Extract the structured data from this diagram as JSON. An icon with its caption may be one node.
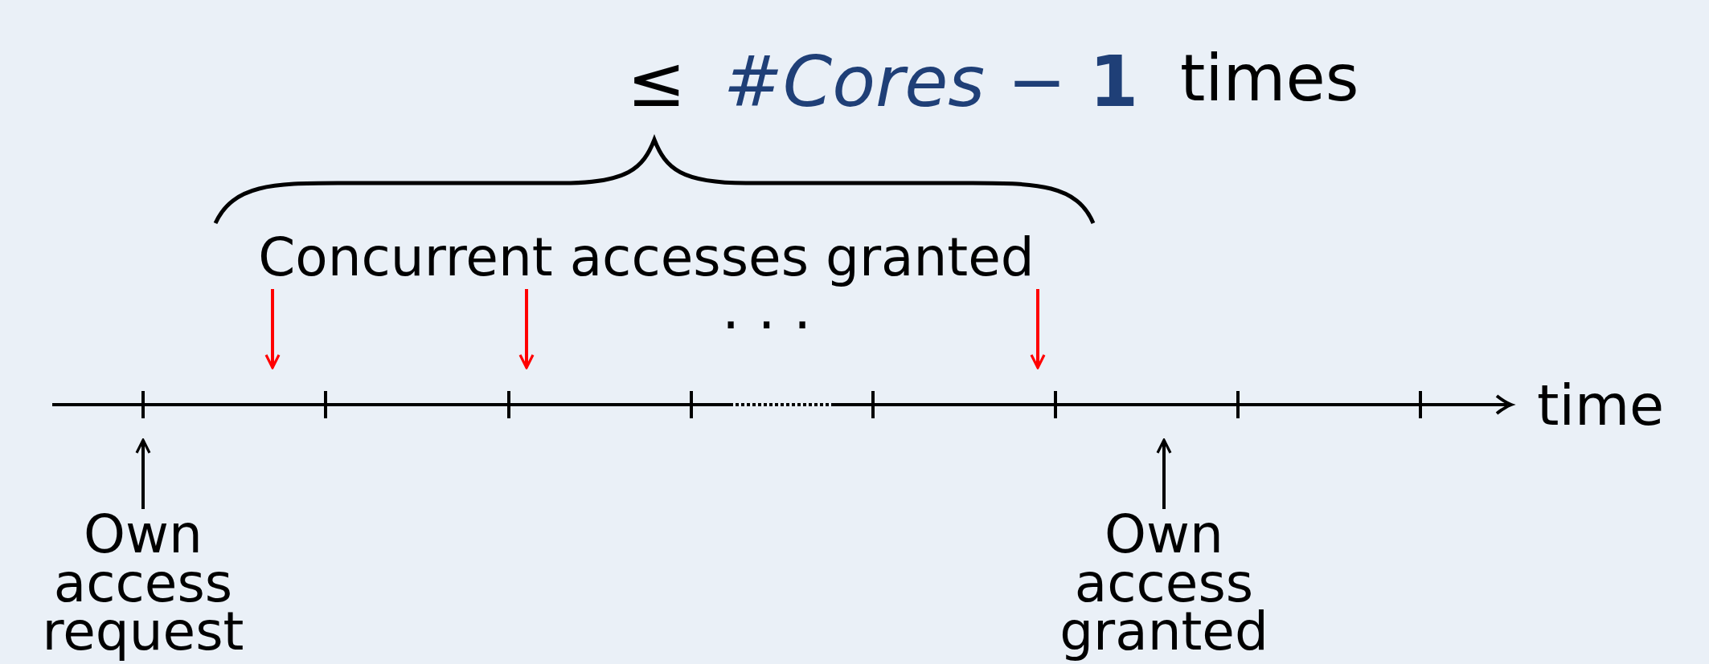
{
  "diagram": {
    "nodes": [
      {
        "text": [
          "Own access request"
        ]
      },
      {
        "text": [
          "Own access granted"
        ]
      },
      {
        "text": [
          "Concurrent accesses granted"
        ]
      }
    ],
    "edges": [
      {
        "from": 0,
        "to": null,
        "arrow": "to",
        "color": "#000000"
      },
      {
        "from": 1,
        "to": null,
        "arrow": "to",
        "color": "#000000"
      },
      {
        "from": 2,
        "to": null,
        "arrow": "to"
      },
      {
        "from": 2,
        "to": null,
        "arrow": "to"
      },
      {
        "from": 2,
        "to": null,
        "arrow": "to"
      }
    ],
    "labels": [
      "≤",
      "*#Cores* − **1**",
      "times",
      "· · ·",
      "time"
    ]
  }
}
